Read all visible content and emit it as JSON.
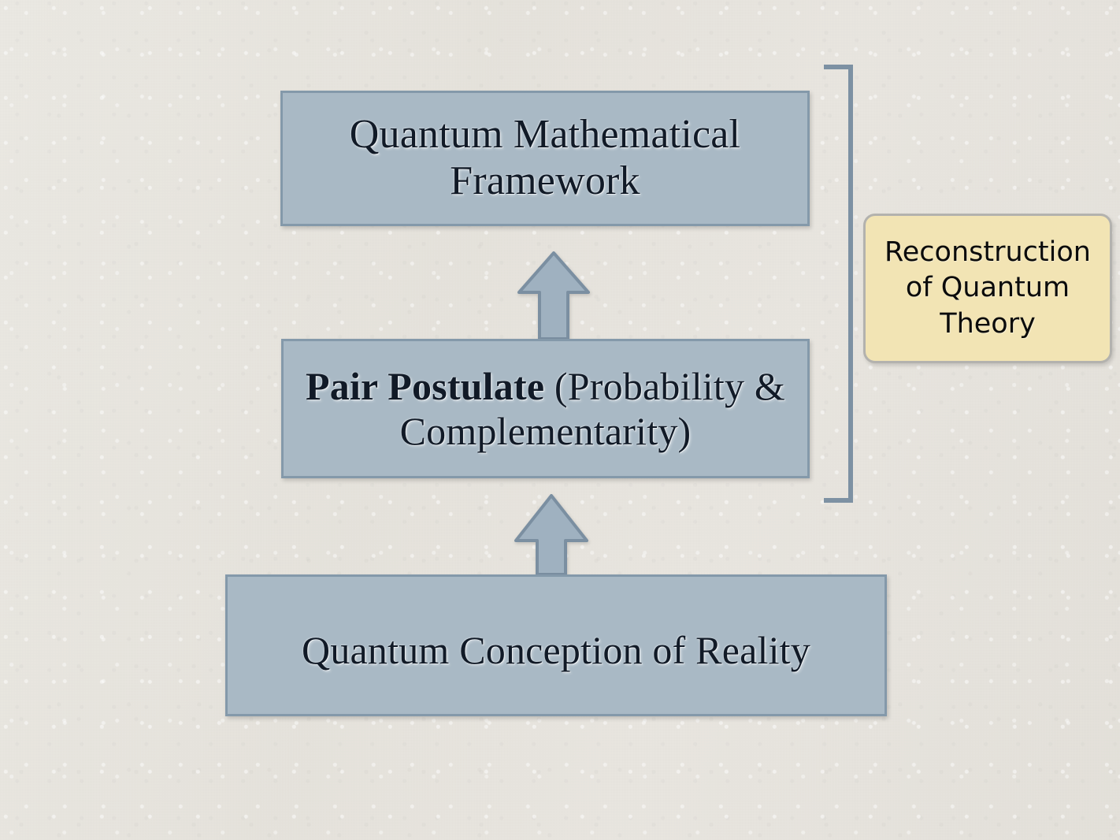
{
  "slide": {
    "background_color": "#e9e6e0",
    "box_fill_color": "#a9b9c5",
    "box_border_color": "#8499aa",
    "callout_fill_color": "#f2e4b4",
    "callout_border_color": "#b3b2ae",
    "arrow_fill_color": "#9fb1c0",
    "arrow_border_color": "#7b8fa1",
    "bracket_color": "#7d91a3",
    "text_color": "#111a27"
  },
  "diagram": {
    "boxes": [
      {
        "id": "framework",
        "label": "Quantum Mathematical Framework",
        "line1": "Quantum Mathematical",
        "line2": "Framework"
      },
      {
        "id": "postulate",
        "label": "Pair Postulate (Probability & Complementarity)",
        "bold_part": "Pair Postulate",
        "rest_part": " (Probability & Complementarity)"
      },
      {
        "id": "reality",
        "label": "Quantum Conception of Reality"
      }
    ],
    "arrows": [
      {
        "id": "arrow-lower-mid",
        "direction": "up",
        "from": "postulate",
        "to": "framework"
      },
      {
        "id": "arrow-bottom",
        "direction": "up",
        "from": "reality",
        "to": "postulate"
      }
    ],
    "bracket": {
      "id": "grouping-bracket",
      "orientation": "right-facing",
      "groups": [
        "framework",
        "postulate"
      ]
    },
    "callout": {
      "id": "reconstruction",
      "label": "Reconstruction of Quantum Theory",
      "line1": "Reconstruction",
      "line2": "of Quantum",
      "line3": "Theory"
    }
  }
}
